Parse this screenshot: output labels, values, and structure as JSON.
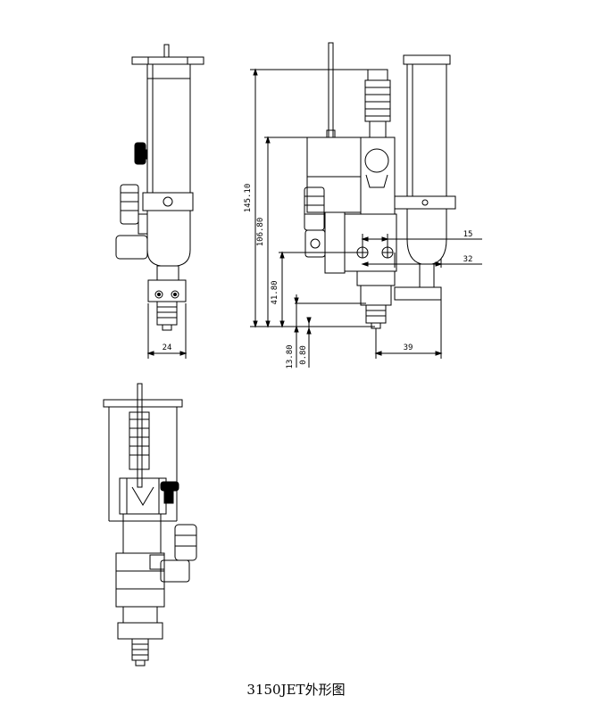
{
  "caption": "3150JET外形图",
  "dimensions": {
    "side_width": "24",
    "overall_height": "145.10",
    "body_height": "106.80",
    "lower_height": "41.80",
    "nozzle_height": "13.80",
    "tip_gap": "0.80",
    "nozzle_offset": "39",
    "offset_small": "15",
    "offset_large": "32"
  },
  "views": [
    "side-view",
    "front-view",
    "rear-view"
  ]
}
